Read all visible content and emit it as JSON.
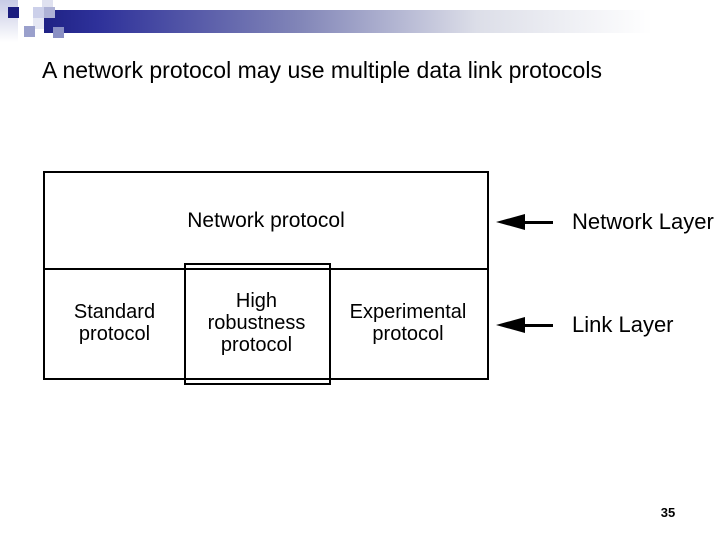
{
  "slide": {
    "title": "A network protocol may use multiple data link protocols",
    "page_number": "35",
    "accent_color": "#2e3192",
    "text_color": "#000000",
    "background_color": "#ffffff"
  },
  "diagram": {
    "network_box_label": "Network protocol",
    "link_boxes": [
      {
        "label": "Standard protocol"
      },
      {
        "label": "High robustness protocol"
      },
      {
        "label": "Experimental protocol"
      }
    ],
    "annotations": [
      {
        "icon": "left-arrow-icon",
        "label": "Network Layer"
      },
      {
        "icon": "left-arrow-icon",
        "label": "Link Layer"
      }
    ]
  }
}
